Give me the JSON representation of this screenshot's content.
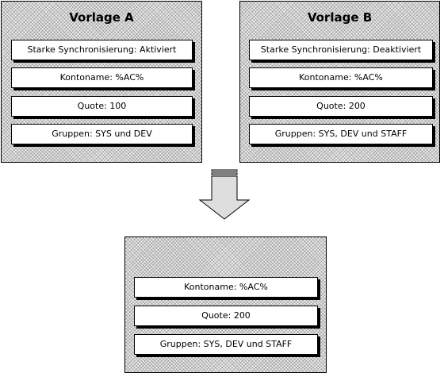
{
  "template_a": {
    "title": "Vorlage A",
    "fields": [
      "Starke Synchronisierung: Aktiviert",
      "Kontoname: %AC%",
      "Quote: 100",
      "Gruppen: SYS und DEV"
    ]
  },
  "template_b": {
    "title": "Vorlage B",
    "fields": [
      "Starke Synchronisierung: Deaktiviert",
      "Kontoname: %AC%",
      "Quote: 200",
      "Gruppen: SYS, DEV und STAFF"
    ]
  },
  "result": {
    "fields": [
      "Kontoname: %AC%",
      "Quote: 200",
      "Gruppen: SYS, DEV und STAFF"
    ]
  },
  "colors": {
    "border": "#000000",
    "field_background": "#ffffff",
    "panel_hatch": "#ececec"
  }
}
